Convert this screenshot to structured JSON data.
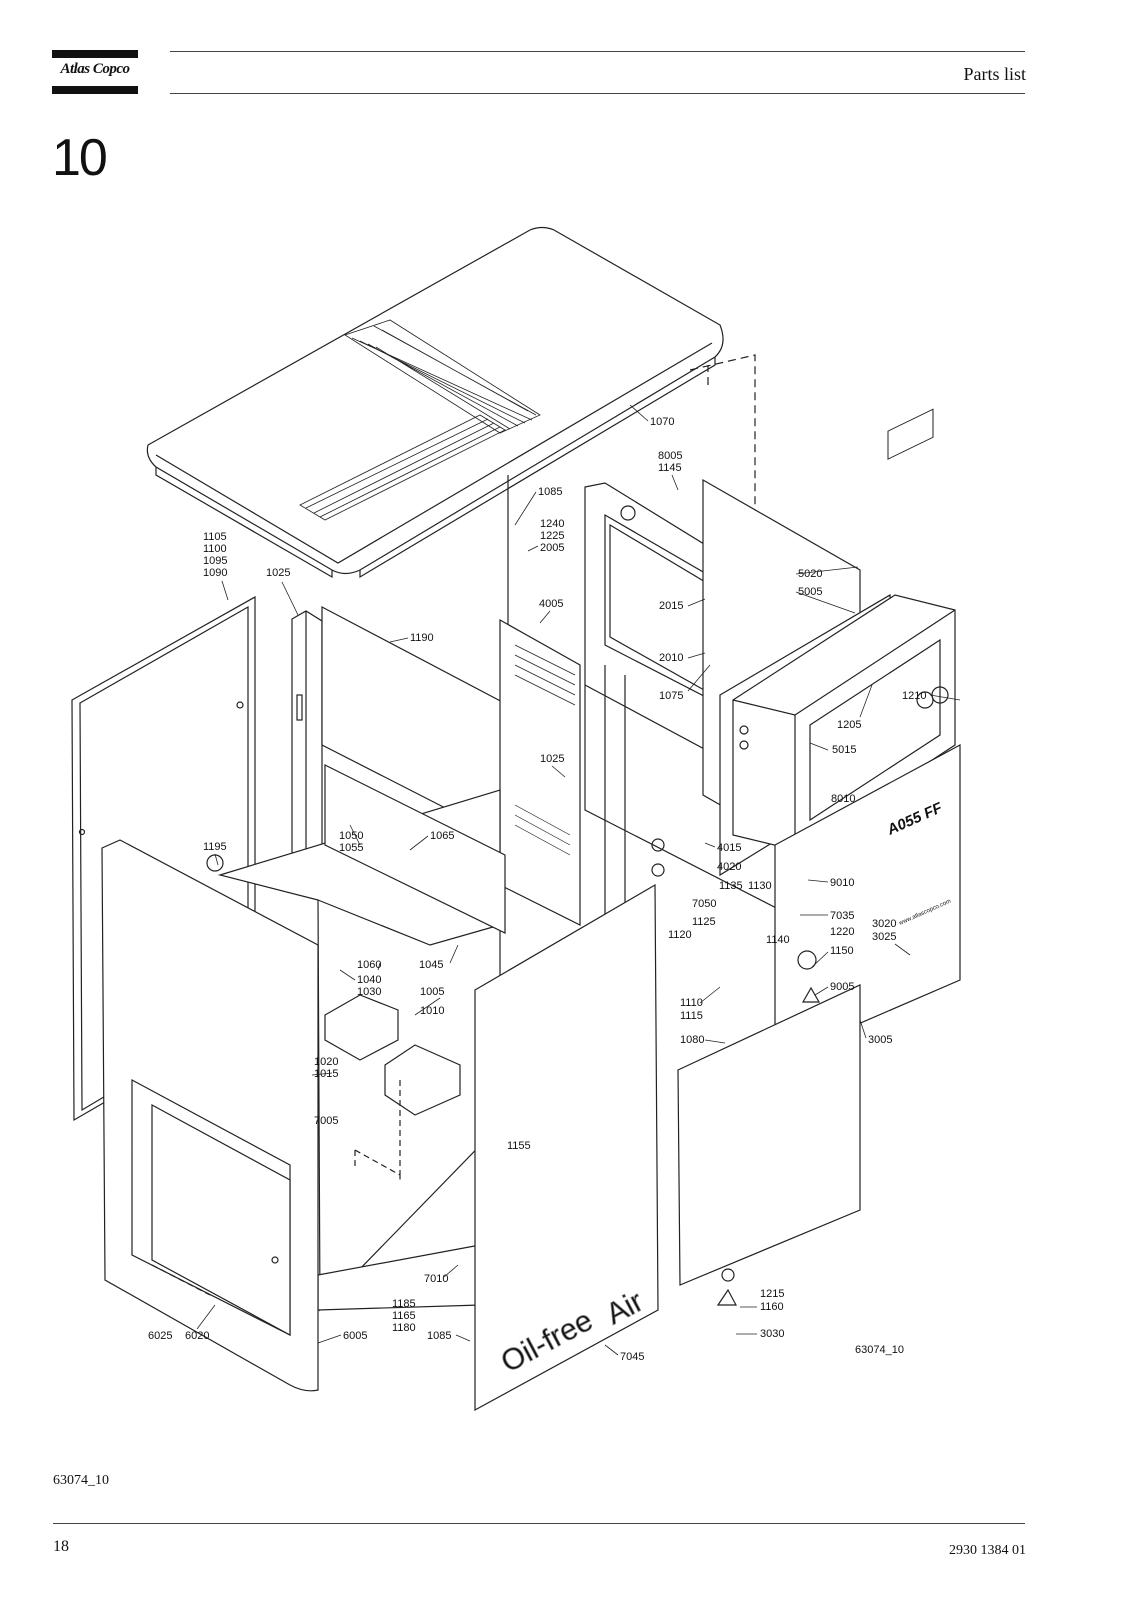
{
  "header": {
    "logo_text": "Atlas Copco",
    "title": "Parts list"
  },
  "section_number": "10",
  "drawing": {
    "drawing_id_label": "63074_10",
    "model_label": "A055 FF",
    "panel_text_top": "Oil-free",
    "panel_text_bottom": "Air",
    "website_label": "www.atlascopco.com",
    "callouts": [
      {
        "id": "c1070",
        "text": "1070"
      },
      {
        "id": "c8005",
        "text": "8005"
      },
      {
        "id": "c1145",
        "text": "1145"
      },
      {
        "id": "c1085a",
        "text": "1085"
      },
      {
        "id": "c1240",
        "text": "1240"
      },
      {
        "id": "c1225",
        "text": "1225"
      },
      {
        "id": "c2005",
        "text": "2005"
      },
      {
        "id": "c5020",
        "text": "5020"
      },
      {
        "id": "c5005",
        "text": "5005"
      },
      {
        "id": "c1105",
        "text": "1105"
      },
      {
        "id": "c1100",
        "text": "1100"
      },
      {
        "id": "c1095",
        "text": "1095"
      },
      {
        "id": "c1090",
        "text": "1090"
      },
      {
        "id": "c1025a",
        "text": "1025"
      },
      {
        "id": "c4005",
        "text": "4005"
      },
      {
        "id": "c2015",
        "text": "2015"
      },
      {
        "id": "c1190",
        "text": "1190"
      },
      {
        "id": "c2010",
        "text": "2010"
      },
      {
        "id": "c1210",
        "text": "1210"
      },
      {
        "id": "c1075",
        "text": "1075"
      },
      {
        "id": "c1205",
        "text": "1205"
      },
      {
        "id": "c5015",
        "text": "5015"
      },
      {
        "id": "c1025b",
        "text": "1025"
      },
      {
        "id": "c8010",
        "text": "8010"
      },
      {
        "id": "c1050",
        "text": "1050"
      },
      {
        "id": "c1055",
        "text": "1055"
      },
      {
        "id": "c1065",
        "text": "1065"
      },
      {
        "id": "c1195",
        "text": "1195"
      },
      {
        "id": "c4015",
        "text": "4015"
      },
      {
        "id": "c4020",
        "text": "4020"
      },
      {
        "id": "c9010",
        "text": "9010"
      },
      {
        "id": "c1135",
        "text": "1135"
      },
      {
        "id": "c1130",
        "text": "1130"
      },
      {
        "id": "c7050",
        "text": "7050"
      },
      {
        "id": "c7035",
        "text": "7035"
      },
      {
        "id": "c1125",
        "text": "1125"
      },
      {
        "id": "c3020",
        "text": "3020"
      },
      {
        "id": "c3025",
        "text": "3025"
      },
      {
        "id": "c1120",
        "text": "1120"
      },
      {
        "id": "c1140",
        "text": "1140"
      },
      {
        "id": "c1220",
        "text": "1220"
      },
      {
        "id": "c1150",
        "text": "1150"
      },
      {
        "id": "c1060",
        "text": "1060"
      },
      {
        "id": "c1045",
        "text": "1045"
      },
      {
        "id": "c1040",
        "text": "1040"
      },
      {
        "id": "c1030",
        "text": "1030"
      },
      {
        "id": "c1005",
        "text": "1005"
      },
      {
        "id": "c1010",
        "text": "1010"
      },
      {
        "id": "c9005",
        "text": "9005"
      },
      {
        "id": "c1110",
        "text": "1110"
      },
      {
        "id": "c1115",
        "text": "1115"
      },
      {
        "id": "c1080",
        "text": "1080"
      },
      {
        "id": "c3005",
        "text": "3005"
      },
      {
        "id": "c1020",
        "text": "1020"
      },
      {
        "id": "c1015",
        "text": "1015"
      },
      {
        "id": "c7005",
        "text": "7005"
      },
      {
        "id": "c1155",
        "text": "1155"
      },
      {
        "id": "c7010",
        "text": "7010"
      },
      {
        "id": "c1215",
        "text": "1215"
      },
      {
        "id": "c1160",
        "text": "1160"
      },
      {
        "id": "c1185",
        "text": "1185"
      },
      {
        "id": "c1165",
        "text": "1165"
      },
      {
        "id": "c1180",
        "text": "1180"
      },
      {
        "id": "c3030",
        "text": "3030"
      },
      {
        "id": "c6025",
        "text": "6025"
      },
      {
        "id": "c6020",
        "text": "6020"
      },
      {
        "id": "c6005",
        "text": "6005"
      },
      {
        "id": "c1085b",
        "text": "1085"
      },
      {
        "id": "c7045",
        "text": "7045"
      }
    ]
  },
  "footer": {
    "figure_ref": "63074_10",
    "page_number": "18",
    "document_number": "2930 1384 01"
  }
}
